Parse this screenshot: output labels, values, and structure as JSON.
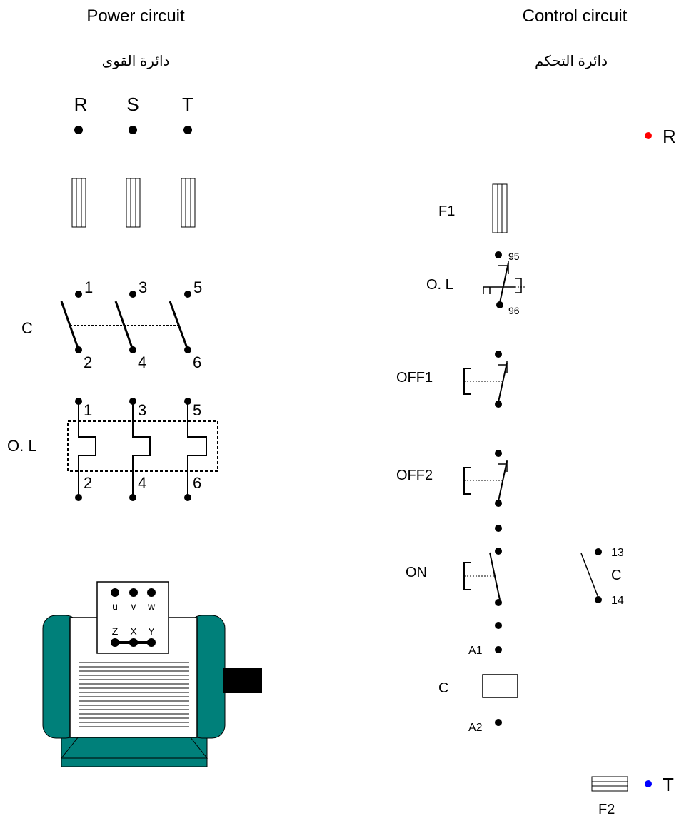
{
  "power": {
    "title": "Power circuit",
    "subtitle": "دائرة القوى",
    "phases": [
      "R",
      "S",
      "T"
    ],
    "contactor_label": "C",
    "contactor_top": [
      "1",
      "3",
      "5"
    ],
    "contactor_bottom": [
      "2",
      "4",
      "6"
    ],
    "overload_label": "O. L",
    "overload_top": [
      "1",
      "3",
      "5"
    ],
    "overload_bottom": [
      "2",
      "4",
      "6"
    ],
    "motor": {
      "terminals_top": [
        "u",
        "v",
        "w"
      ],
      "terminals_bottom": [
        "Z",
        "X",
        "Y"
      ],
      "body_color": "#00807a"
    }
  },
  "control": {
    "title": "Control circuit",
    "subtitle": "دائرة التحكم",
    "supply_r": "R",
    "supply_t": "T",
    "supply_r_color": "#ff0000",
    "supply_t_color": "#0000ff",
    "fuse_f1": "F1",
    "fuse_f2": "F2",
    "overload_label": "O. L",
    "overload_no_top": "95",
    "overload_no_bottom": "96",
    "off1": "OFF1",
    "off2": "OFF2",
    "on": "ON",
    "aux_contact_label": "C",
    "aux_top": "13",
    "aux_bottom": "14",
    "coil_label": "C",
    "coil_a1": "A1",
    "coil_a2": "A2"
  }
}
